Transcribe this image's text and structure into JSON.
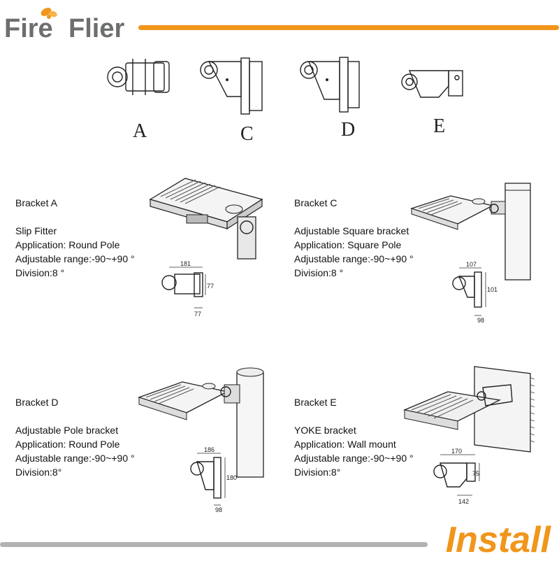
{
  "brand": {
    "logo_part1": "Fire",
    "logo_part2": "Flier",
    "accent_color": "#f0961b",
    "gray_color": "#6d6e70"
  },
  "bracket_letters": [
    "A",
    "C",
    "D",
    "E"
  ],
  "brackets": [
    {
      "title": "Bracket A",
      "type": "Slip Fitter",
      "application": "Application: Round Pole",
      "range": "Adjustable range:-90~+90 °",
      "division": "Division:8 °",
      "dims": [
        "181",
        "77",
        "77"
      ]
    },
    {
      "title": "Bracket C",
      "type": "Adjustable Square bracket",
      "application": "Application: Square Pole",
      "range": "Adjustable range:-90~+90 °",
      "division": "Division:8 °",
      "dims": [
        "107",
        "101",
        "98"
      ]
    },
    {
      "title": "Bracket D",
      "type": "Adjustable Pole bracket",
      "application": "Application: Round Pole",
      "range": "Adjustable range:-90~+90 °",
      "division": "Division:8°",
      "dims": [
        "186",
        "180",
        "98"
      ]
    },
    {
      "title": "Bracket E",
      "type": "YOKE bracket",
      "application": "Application: Wall mount",
      "range": "Adjustable range:-90~+90 °",
      "division": "Division:8°",
      "dims": [
        "170",
        "75",
        "142"
      ]
    }
  ],
  "footer": {
    "label": "Install"
  }
}
